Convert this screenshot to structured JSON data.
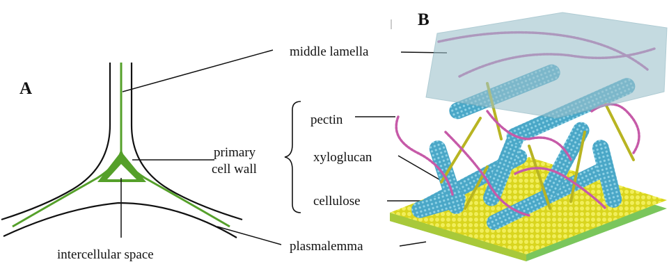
{
  "panels": {
    "a": "A",
    "b": "B"
  },
  "labels": {
    "middle_lamella": "middle lamella",
    "primary_cell_wall_line1": "primary",
    "primary_cell_wall_line2": "cell wall",
    "intercellular_space": "intercellular space",
    "plasmalemma": "plasmalemma",
    "pectin": "pectin",
    "xyloglucan": "xyloglucan",
    "cellulose": "cellulose"
  },
  "colors": {
    "middle_lamella_line": "#55a02a",
    "cell_wall_line": "#111111",
    "cellulose_microfibril": "#4aa7c7",
    "pectin": "#c65aa8",
    "xyloglucan": "#b8b422",
    "membrane_lipid": "#e3e02a",
    "membrane_core": "#6cc04a",
    "middle_lamella_sheet": "#9ec2cc"
  }
}
